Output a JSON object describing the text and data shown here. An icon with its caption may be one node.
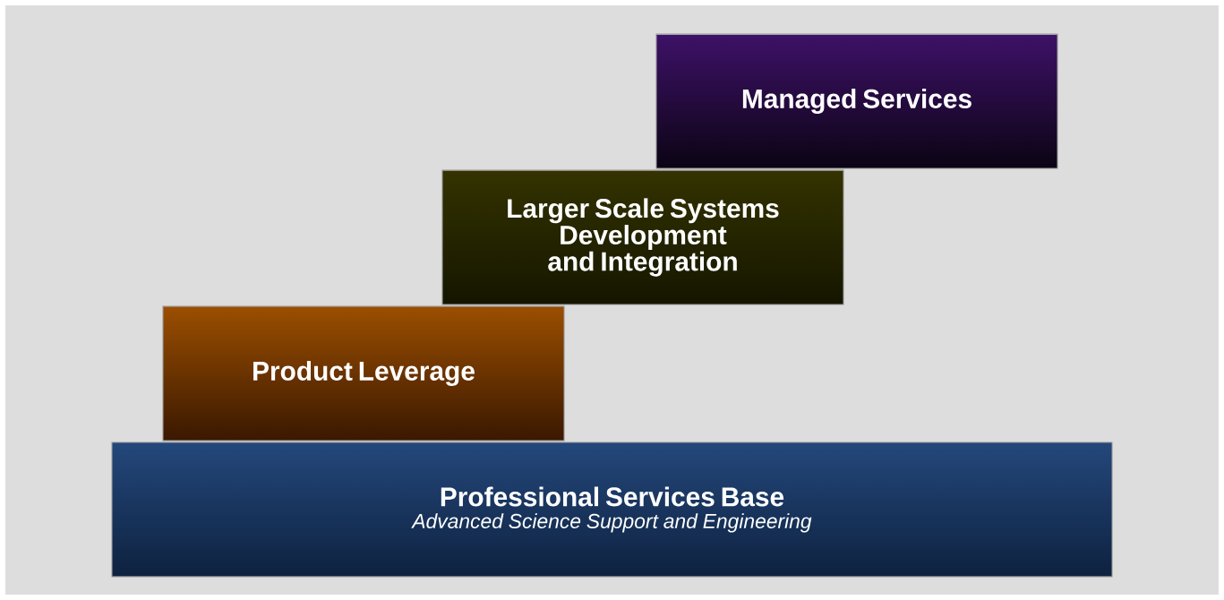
{
  "diagram": {
    "nodes": [
      {
        "text": [
          "Managed Services"
        ]
      },
      {
        "text": [
          "Larger Scale Systems Development and Integration"
        ]
      },
      {
        "text": [
          "Product Leverage"
        ]
      },
      {
        "text": [
          "Professional Services Base",
          "Advanced Science Support and Engineering"
        ]
      }
    ]
  }
}
